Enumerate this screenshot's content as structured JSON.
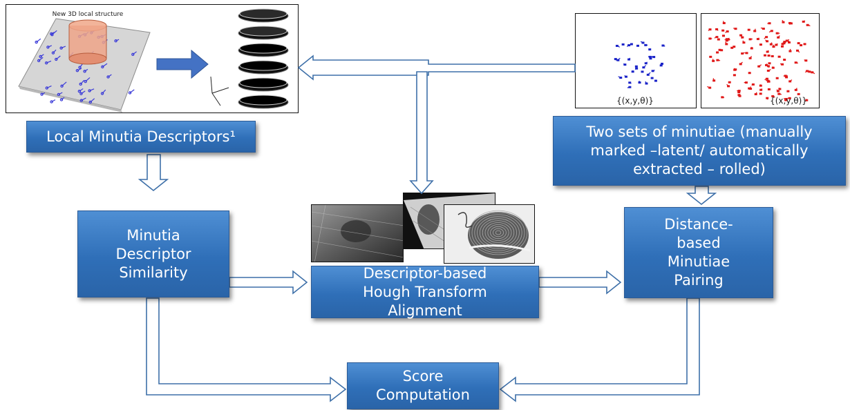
{
  "boxes": {
    "local_descriptors": "Local Minutia Descriptors¹",
    "two_sets": "Two sets of minutiae (manually\nmarked –latent/ automatically\nextracted – rolled)",
    "similarity": "Minutia\nDescriptor\nSimilarity",
    "hough": "Descriptor-based\nHough Transform\nAlignment",
    "pairing": "Distance-\nbased\nMinutiae\nPairing",
    "score": "Score\nComputation"
  },
  "figure_labels": {
    "structure_caption": "New 3D local structure",
    "minutiae_set_1": "{(x,y,θ)}",
    "minutiae_set_2": "{(x,y,θ)}"
  },
  "colors": {
    "box_fill": "#3a7cc6",
    "arrow_stroke": "#3d6fa8",
    "minutiae_blue": "#1a23c8",
    "minutiae_red": "#e01818"
  }
}
